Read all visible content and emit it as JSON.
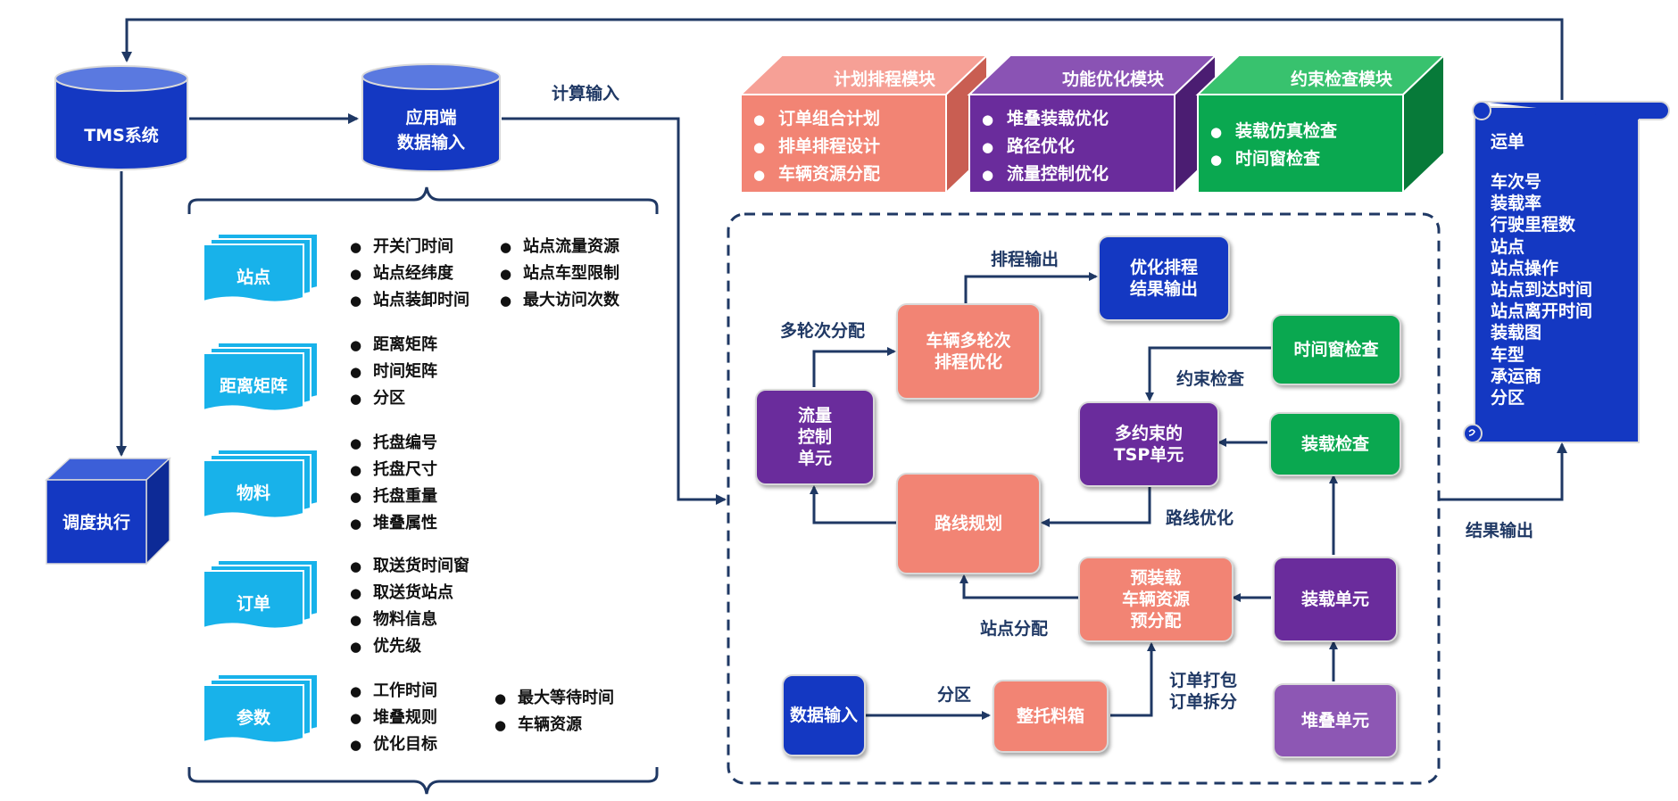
{
  "tms": {
    "label": "TMS系统"
  },
  "app": {
    "line1": "应用端",
    "line2": "数据输入"
  },
  "dispatch": {
    "label": "调度执行"
  },
  "calc_input": {
    "label": "计算输入"
  },
  "result_output": {
    "label": "结果输出"
  },
  "data_categories": [
    {
      "name": "站点",
      "items": [
        "开关门时间",
        "站点经纬度",
        "站点装卸时间"
      ],
      "items2": [
        "站点流量资源",
        "站点车型限制",
        "最大访问次数"
      ]
    },
    {
      "name": "距离矩阵",
      "items": [
        "距离矩阵",
        "时间矩阵",
        "分区"
      ],
      "items2": []
    },
    {
      "name": "物料",
      "items": [
        "托盘编号",
        "托盘尺寸",
        "托盘重量",
        "堆叠属性"
      ],
      "items2": []
    },
    {
      "name": "订单",
      "items": [
        "取送货时间窗",
        "取送货站点",
        "物料信息",
        "优先级"
      ],
      "items2": []
    },
    {
      "name": "参数",
      "items": [
        "工作时间",
        "堆叠规则",
        "优化目标"
      ],
      "items2": [
        "最大等待时间",
        "车辆资源"
      ]
    }
  ],
  "modules": [
    {
      "title": "计划排程模块",
      "items": [
        "订单组合计划",
        "排单排程设计",
        "车辆资源分配"
      ],
      "front": "#f28474",
      "top": "#f6a096",
      "side": "#c95e52"
    },
    {
      "title": "功能优化模块",
      "items": [
        "堆叠装载优化",
        "路径优化",
        "流量控制优化"
      ],
      "front": "#6a2c9c",
      "top": "#8a53b4",
      "side": "#4b1d72"
    },
    {
      "title": "约束检查模块",
      "items": [
        "装载仿真检查",
        "时间窗检查"
      ],
      "front": "#0aa850",
      "top": "#38c26e",
      "side": "#077a39"
    }
  ],
  "waybill": {
    "title": "运单",
    "items": [
      "车次号",
      "装载率",
      "行驶里程数",
      "站点",
      "站点操作",
      "站点到达时间",
      "站点离开时间",
      "装载图",
      "车型",
      "承运商",
      "分区"
    ]
  },
  "flow": {
    "data_input": "数据输入",
    "pallet_box": "整托料箱",
    "preload": {
      "l1": "预装载",
      "l2": "车辆资源",
      "l3": "预分配"
    },
    "route_planning": "路线规划",
    "flow_control": {
      "l1": "流量",
      "l2": "控制",
      "l3": "单元"
    },
    "multi_round": {
      "l1": "车辆多轮次",
      "l2": "排程优化"
    },
    "opt_result": {
      "l1": "优化排程",
      "l2": "结果输出"
    },
    "multi_constraint": {
      "l1": "多约束的",
      "l2": "TSP单元"
    },
    "time_window_check": "时间窗检查",
    "load_check": "装载检查",
    "load_unit": "装载单元",
    "stack_unit": "堆叠单元"
  },
  "edge_labels": {
    "zone": "分区",
    "order_pack": "订单打包",
    "order_split": "订单拆分",
    "site_assign": "站点分配",
    "route_opt": "路线优化",
    "multi_round_assign": "多轮次分配",
    "schedule_output": "排程输出",
    "constraint_check": "约束检查"
  },
  "colors": {
    "navy": "#1438c2",
    "purple": "#6a2c9c",
    "salmon": "#f28474",
    "green": "#0aa850",
    "doc": "#18b2ea",
    "edge": "#1f3864"
  }
}
